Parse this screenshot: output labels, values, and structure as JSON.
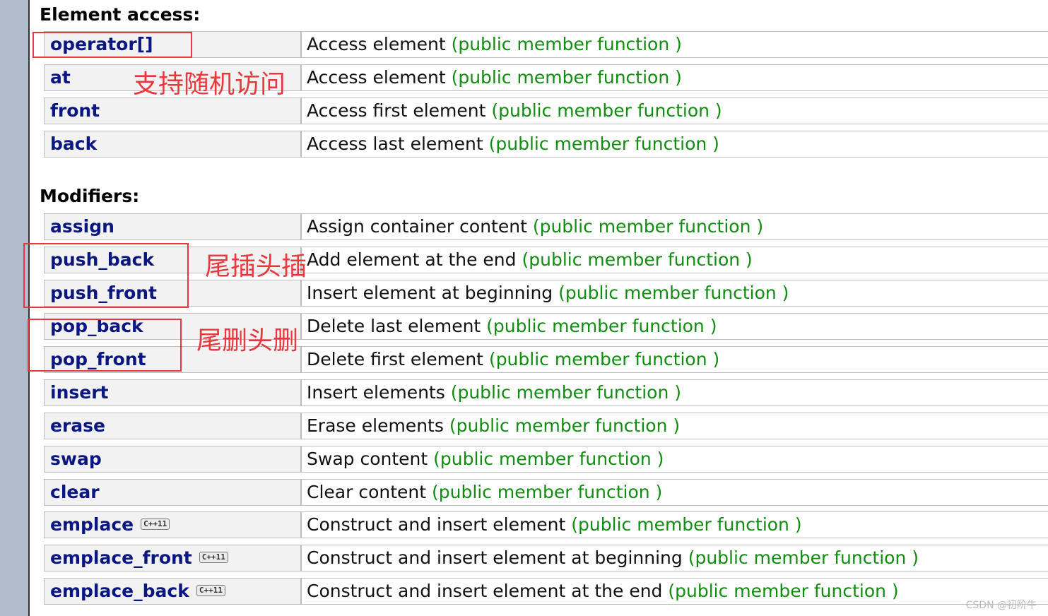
{
  "sections": {
    "element_access": {
      "title": "Element access",
      "rows": [
        {
          "name": "operator[]",
          "desc": "Access element",
          "type": "(public member function )"
        },
        {
          "name": "at",
          "desc": "Access element",
          "type": "(public member function )"
        },
        {
          "name": "front",
          "desc": "Access first element",
          "type": "(public member function )"
        },
        {
          "name": "back",
          "desc": "Access last element",
          "type": "(public member function )"
        }
      ]
    },
    "modifiers": {
      "title": "Modifiers",
      "rows": [
        {
          "name": "assign",
          "desc": "Assign container content",
          "type": "(public member function )"
        },
        {
          "name": "push_back",
          "desc": "Add element at the end",
          "type": "(public member function )"
        },
        {
          "name": "push_front",
          "desc": "Insert element at beginning",
          "type": "(public member function )"
        },
        {
          "name": "pop_back",
          "desc": "Delete last element",
          "type": "(public member function )"
        },
        {
          "name": "pop_front",
          "desc": "Delete first element",
          "type": "(public member function )"
        },
        {
          "name": "insert",
          "desc": "Insert elements",
          "type": "(public member function )"
        },
        {
          "name": "erase",
          "desc": "Erase elements",
          "type": "(public member function )"
        },
        {
          "name": "swap",
          "desc": "Swap content",
          "type": "(public member function )"
        },
        {
          "name": "clear",
          "desc": "Clear content",
          "type": "(public member function )"
        },
        {
          "name": "emplace",
          "badge": "C++11",
          "desc": "Construct and insert element",
          "type": "(public member function )"
        },
        {
          "name": "emplace_front",
          "badge": "C++11",
          "desc": "Construct and insert element at beginning",
          "type": "(public member function )"
        },
        {
          "name": "emplace_back",
          "badge": "C++11",
          "desc": "Construct and insert element at the end",
          "type": "(public member function )"
        }
      ]
    }
  },
  "annotations": {
    "random_access": "支持随机访问",
    "push_ops": "尾插头插",
    "pop_ops": "尾删头删"
  },
  "colors": {
    "name": "#0a1780",
    "type": "#118c11",
    "annotation": "#e8383d"
  },
  "watermark": "CSDN @初阶牛"
}
